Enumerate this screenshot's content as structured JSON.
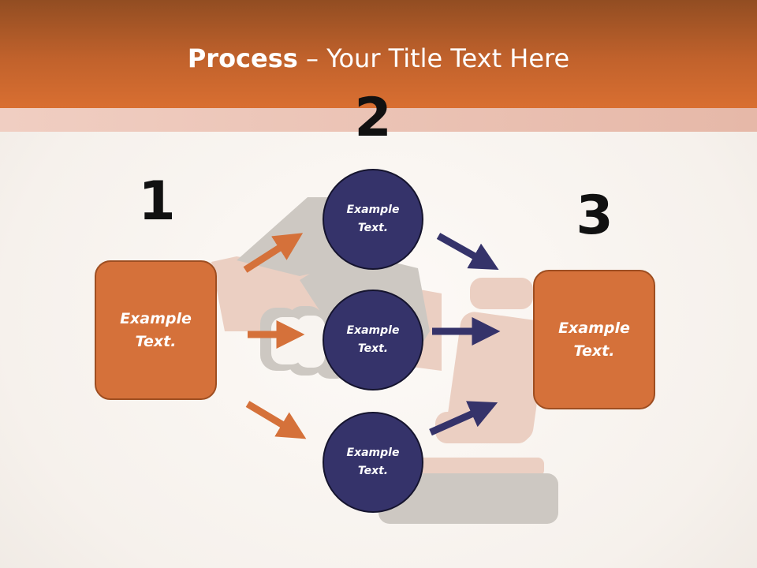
{
  "title": {
    "bold": "Process",
    "rest": " – Your Title Text Here"
  },
  "steps": [
    {
      "number": "1",
      "box": "Example\nText."
    },
    {
      "number": "2",
      "circles": [
        "Example\nText.",
        "Example\nText.",
        "Example\nText."
      ]
    },
    {
      "number": "3",
      "box": "Example\nText."
    }
  ],
  "colors": {
    "header": "#d96f31",
    "box": "#d5713a",
    "circle": "#35336a",
    "arrow_orange": "#d5713a",
    "arrow_navy": "#35336a"
  },
  "background_art": "handshake-illustration"
}
